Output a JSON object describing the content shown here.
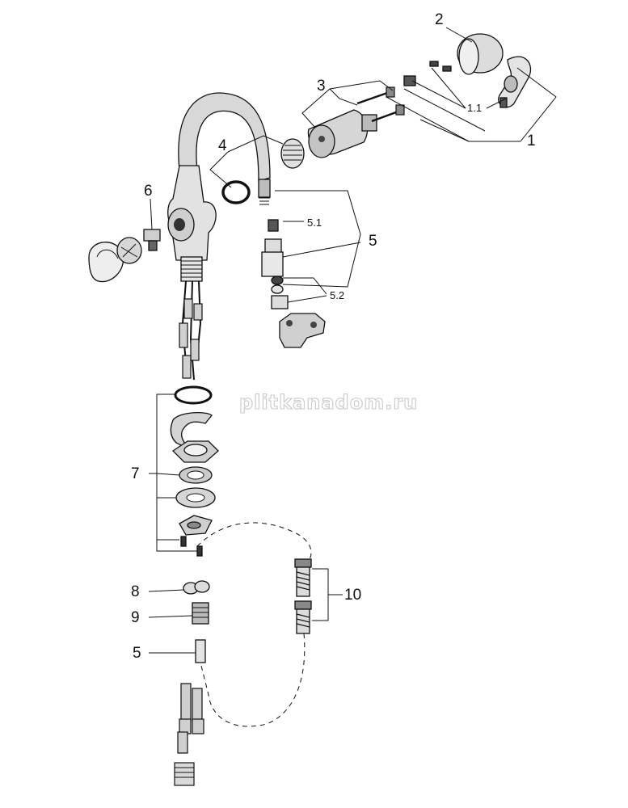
{
  "callouts": {
    "c1": "1",
    "c1_1": "1.1",
    "c2": "2",
    "c3": "3",
    "c4": "4",
    "c5": "5",
    "c5_1": "5.1",
    "c5_2": "5.2",
    "c5_lower": "5",
    "c6": "6",
    "c7": "7",
    "c8": "8",
    "c9": "9",
    "c10": "10"
  },
  "watermark": "plitkanadom.ru"
}
